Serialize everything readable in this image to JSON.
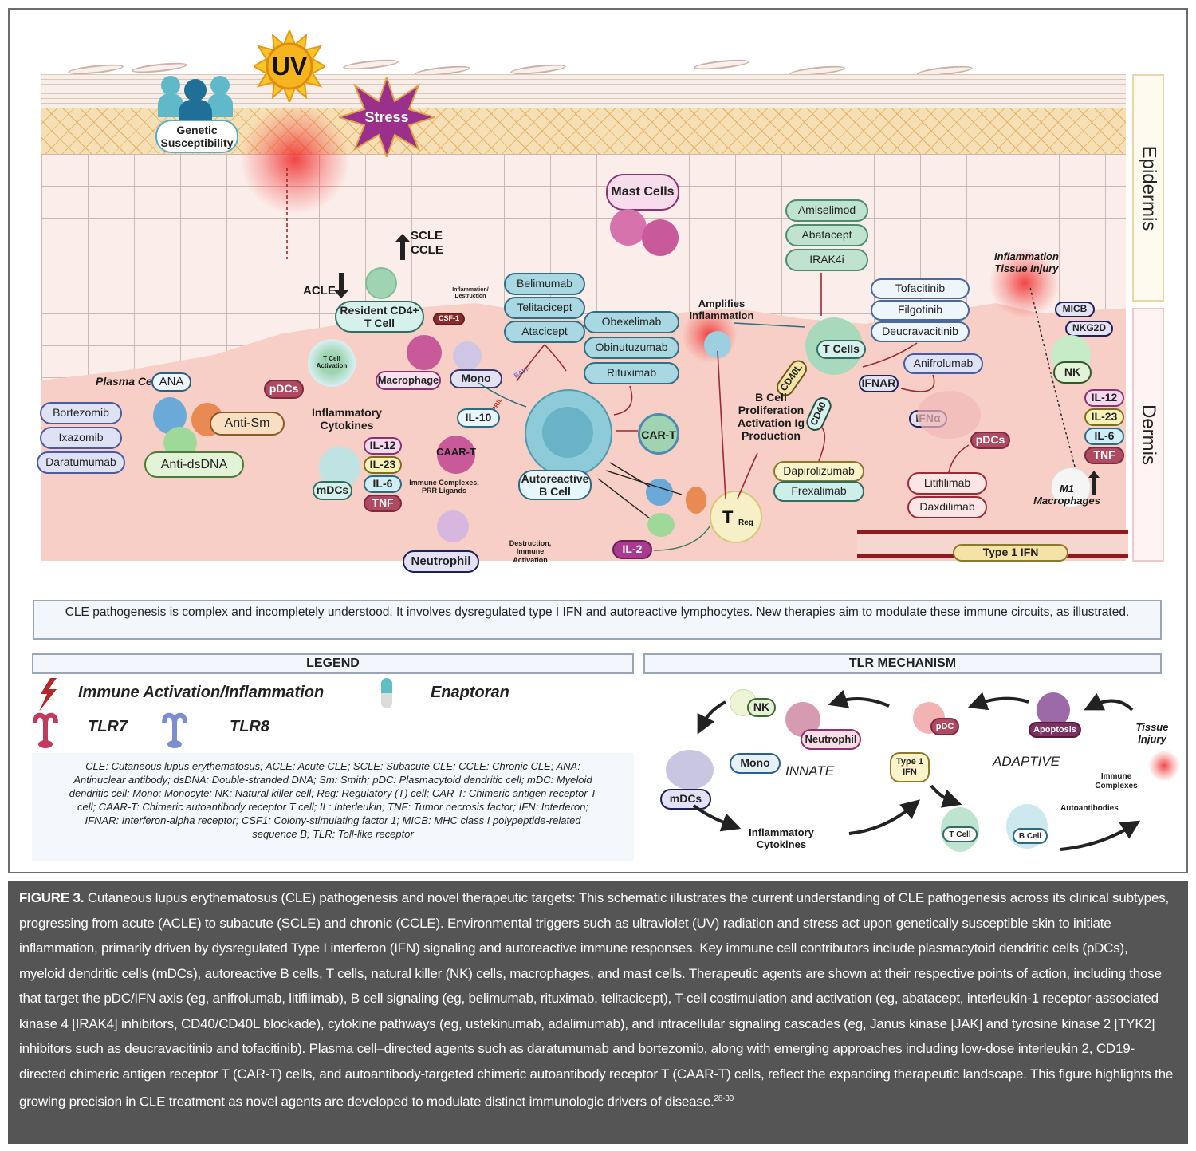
{
  "triggers": {
    "uv": "UV",
    "stress": "Stress",
    "genetic": "Genetic Susceptibility",
    "acle": "ACLE",
    "scle": "SCLE",
    "ccle": "CCLE"
  },
  "layers": {
    "epidermis": "Epidermis",
    "dermis": "Dermis"
  },
  "cells": {
    "mast": "Mast Cells",
    "resident_t": "Resident CD4+ T Cell",
    "macrophage": "Macrophage",
    "mono": "Mono",
    "pdcs_left": "pDCs",
    "t_cell_activation": "T Cell Activation",
    "plasma_cells": "Plasma Cells",
    "mdcs": "mDCs",
    "caar_t": "CAAR-T",
    "car_t": "CAR-T",
    "autoreactive_b": "Autoreactive B Cell",
    "neutrophil": "Neutrophil",
    "treg_main": "T",
    "treg_sub": "Reg",
    "t_cells": "T Cells",
    "nk": "NK",
    "pdcs_right": "pDCs",
    "m1": "M1 Macrophages"
  },
  "antibodies": {
    "ana": "ANA",
    "anti_sm": "Anti-Sm",
    "anti_dsdna": "Anti-dsDNA"
  },
  "plasma_drugs": [
    "Bortezomib",
    "Ixazomib",
    "Daratumumab"
  ],
  "bcell_drugs_a": [
    "Belimumab",
    "Telitacicept",
    "Atacicept"
  ],
  "bcell_drugs_b": [
    "Obexelimab",
    "Obinutuzumab",
    "Rituximab"
  ],
  "tcell_drugs": [
    "Amiselimod",
    "Abatacept",
    "IRAK4i"
  ],
  "jak_drugs": [
    "Tofacitinib",
    "Filgotinib",
    "Deucravacitinib"
  ],
  "ifn_drug": "Anifrolumab",
  "cd40_drugs": [
    "Dapirolizumab",
    "Frexalimab"
  ],
  "pdc_drugs": [
    "Litifilimab",
    "Daxdilimab"
  ],
  "cytokines_left": [
    "IL-12",
    "IL-23",
    "IL-6",
    "TNF"
  ],
  "cytokines_right": [
    "IL-12",
    "IL-23",
    "IL-6",
    "TNF"
  ],
  "molecules": {
    "csf1": "CSF-1",
    "il10": "IL-10",
    "il2": "IL-2",
    "april": "APRIL",
    "baff": "BAFF",
    "cd40l": "CD40L",
    "cd40": "CD40",
    "ifnar": "IFNAR",
    "ifna": "IFNα",
    "micb": "MICB",
    "nkg2d": "NKG2D",
    "type1ifn": "Type 1 IFN"
  },
  "annotations": {
    "inflammatory_cytokines": "Inflammatory Cytokines",
    "inflammation_destruction": "Inflammation/ Destruction",
    "immune_complexes": "Immune Complexes, PRR Ligands",
    "destruction_activation": "Destruction, Immune Activation",
    "amplifies": "Amplifies Inflammation",
    "bcell_prolif": "B Cell Proliferation Activation Ig Production",
    "inflammation_injury": "Inflammation Tissue Injury"
  },
  "summary": "CLE pathogenesis is complex and incompletely understood. It involves dysregulated type I IFN and autoreactive lymphocytes. New therapies aim to modulate these immune circuits, as illustrated.",
  "legend": {
    "title": "LEGEND",
    "items": [
      {
        "icon": "lightning-icon",
        "label": "Immune Activation/Inflammation",
        "color": "#b3262a"
      },
      {
        "icon": "capsule-icon",
        "label": "Enaptoran",
        "color": "#5fbfc4"
      },
      {
        "icon": "tlr7-receptor-icon",
        "label": "TLR7",
        "color": "#c23a5c"
      },
      {
        "icon": "tlr8-receptor-icon",
        "label": "TLR8",
        "color": "#7b8fd0"
      }
    ],
    "abbreviations": "CLE: Cutaneous lupus erythematosus; ACLE: Acute CLE; SCLE: Subacute CLE; CCLE: Chronic CLE; ANA: Antinuclear antibody; dsDNA: Double-stranded DNA; Sm: Smith; pDC: Plasmacytoid dendritic cell; mDC: Myeloid dendritic cell; Mono: Monocyte; NK: Natural killer cell; Reg: Regulatory (T) cell; CAR-T: Chimeric antigen receptor T cell; CAAR-T: Chimeric autoantibody receptor T cell; IL: Interleukin; TNF: Tumor necrosis factor; IFN: Interferon; IFNAR: Interferon-alpha receptor; CSF1: Colony-stimulating factor 1; MICB: MHC class I polypeptide-related sequence B; TLR: Toll-like receptor"
  },
  "tlr": {
    "title": "TLR MECHANISM",
    "nk": "NK",
    "neutrophil": "Neutrophil",
    "mono": "Mono",
    "mdcs": "mDCs",
    "innate": "INNATE",
    "pdc": "pDC",
    "type1ifn": "Type 1 IFN",
    "adaptive": "ADAPTIVE",
    "apoptosis": "Apoptosis",
    "tissue_injury": "Tissue Injury",
    "immune_complexes": "Immune Complexes",
    "autoantibodies": "Autoantibodies",
    "t_cell": "T Cell",
    "b_cell": "B Cell",
    "inflammatory_cytokines": "Inflammatory Cytokines"
  },
  "caption": {
    "label": "FIGURE 3.",
    "text": "Cutaneous lupus erythematosus (CLE) pathogenesis and novel therapeutic targets: This schematic illustrates the current understanding of CLE pathogenesis across its clinical subtypes, progressing from acute (ACLE) to subacute (SCLE) and chronic (CCLE). Environmental triggers such as ultraviolet (UV) radiation and stress act upon genetically susceptible skin to initiate inflammation, primarily driven by dysregulated Type I interferon (IFN) signaling and autoreactive immune responses. Key immune cell contributors include plasmacytoid dendritic cells (pDCs), myeloid dendritic cells (mDCs), autoreactive B cells, T cells, natural killer (NK) cells, macrophages, and mast cells. Therapeutic agents are shown at their respective points of action, including those that target the pDC/IFN axis (eg, anifrolumab, litifilimab), B cell signaling (eg, belimumab, rituximab, telitacicept), T-cell costimulation and activation (eg, abatacept, interleukin-1 receptor-associated kinase 4 [IRAK4] inhibitors, CD40/CD40L blockade), cytokine pathways (eg, ustekinumab, adalimumab), and intracellular signaling cascades (eg, Janus kinase [JAK] and tyrosine kinase 2 [TYK2] inhibitors such as deucravacitinib and tofacitinib). Plasma cell–directed agents such as daratumumab and bortezomib, along with emerging approaches including low-dose interleukin 2, CD19-directed chimeric antigen receptor T (CAR-T) cells, and autoantibody-targeted chimeric autoantibody receptor T (CAAR-T) cells, reflect the expanding therapeutic landscape. This figure highlights the growing precision in CLE treatment as novel agents are developed to modulate distinct immunologic drivers of disease.",
    "refs": "28-30"
  }
}
